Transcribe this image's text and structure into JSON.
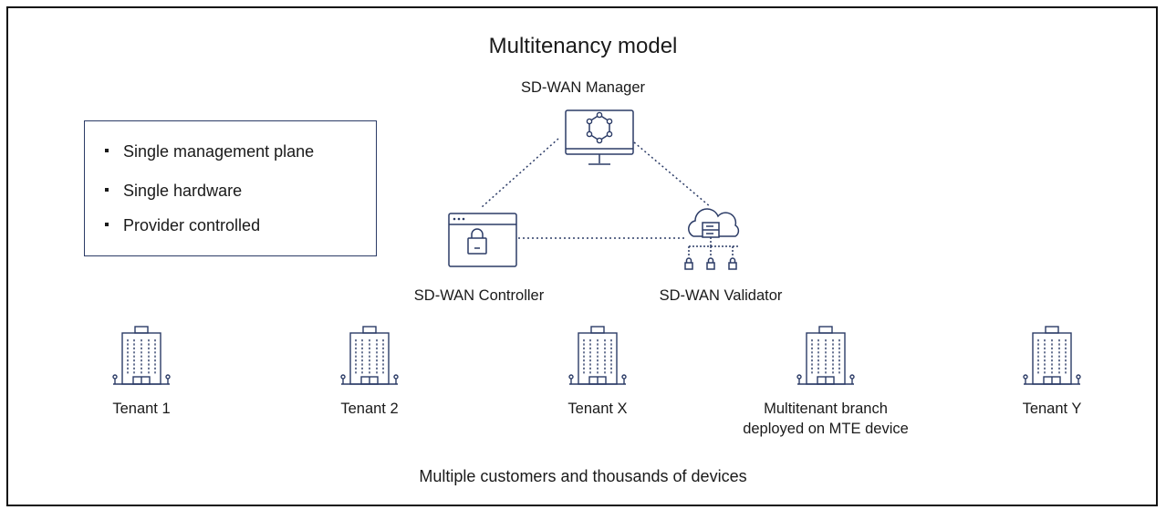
{
  "title": "Multitenancy model",
  "bullets": [
    "Single management plane",
    "Single hardware",
    "Provider controlled"
  ],
  "nodes": {
    "manager": {
      "label": "SD-WAN Manager",
      "icon": "monitor-hexagon-icon"
    },
    "controller": {
      "label": "SD-WAN Controller",
      "icon": "browser-lock-icon"
    },
    "validator": {
      "label": "SD-WAN Validator",
      "icon": "cloud-server-lock-icon"
    }
  },
  "tenants": [
    {
      "label": "Tenant 1",
      "label_line2": ""
    },
    {
      "label": "Tenant 2",
      "label_line2": ""
    },
    {
      "label": "Tenant X",
      "label_line2": ""
    },
    {
      "label": "Multitenant branch",
      "label_line2": "deployed on MTE device"
    },
    {
      "label": "Tenant Y",
      "label_line2": ""
    }
  ],
  "footer": "Multiple customers and thousands of devices",
  "colors": {
    "line": "#2b3b66",
    "frame": "#111111"
  }
}
